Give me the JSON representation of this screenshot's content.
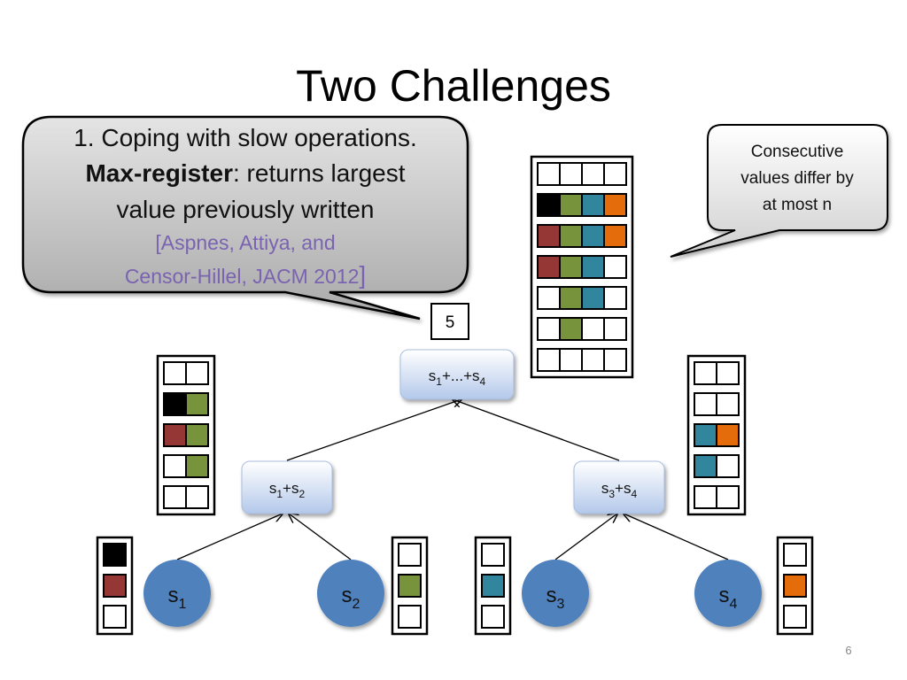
{
  "slide": {
    "title": "Two Challenges",
    "page_number": "6"
  },
  "callout": {
    "line1": "1. Coping with slow operations.",
    "bold": "Max-register",
    "line2_rest": ": returns largest",
    "line3": "value previously written",
    "cite_line1": "[Aspnes, Attiya, and",
    "cite_line2": "Censor-Hillel, JACM 2012",
    "cite_close": "]"
  },
  "note": {
    "lines": [
      "Consecutive",
      "values differ by",
      "at most n"
    ]
  },
  "colors": {
    "black": "#000000",
    "red": "#953735",
    "green": "#77933c",
    "teal": "#31859c",
    "orange": "#e46c0a",
    "empty": "#ffffff",
    "node_fill_top": "#ffffff",
    "node_fill_bottom": "#b9cdec",
    "leaf_fill": "#4f81bd"
  },
  "max_register_value": "5",
  "tree": {
    "root": {
      "base": "s",
      "terms": [
        "1",
        "4"
      ],
      "joiner": "+...+"
    },
    "left": {
      "base": "s",
      "terms": [
        "1",
        "2"
      ],
      "joiner": "+"
    },
    "right": {
      "base": "s",
      "terms": [
        "3",
        "4"
      ],
      "joiner": "+"
    },
    "leaves": [
      {
        "base": "s",
        "sub": "1"
      },
      {
        "base": "s",
        "sub": "2"
      },
      {
        "base": "s",
        "sub": "3"
      },
      {
        "base": "s",
        "sub": "4"
      }
    ]
  },
  "register_history": {
    "big": [
      [
        "empty",
        "empty",
        "empty",
        "empty"
      ],
      [
        "black",
        "green",
        "teal",
        "orange"
      ],
      [
        "red",
        "green",
        "teal",
        "orange"
      ],
      [
        "red",
        "green",
        "teal",
        "empty"
      ],
      [
        "empty",
        "green",
        "teal",
        "empty"
      ],
      [
        "empty",
        "green",
        "empty",
        "empty"
      ],
      [
        "empty",
        "empty",
        "empty",
        "empty"
      ]
    ],
    "left_mid": [
      [
        "empty",
        "empty"
      ],
      [
        "black",
        "green"
      ],
      [
        "red",
        "green"
      ],
      [
        "empty",
        "green"
      ],
      [
        "empty",
        "empty"
      ]
    ],
    "right_mid": [
      [
        "empty",
        "empty"
      ],
      [
        "empty",
        "empty"
      ],
      [
        "teal",
        "orange"
      ],
      [
        "teal",
        "empty"
      ],
      [
        "empty",
        "empty"
      ]
    ],
    "leaf1": [
      [
        "black"
      ],
      [
        "red"
      ],
      [
        "empty"
      ]
    ],
    "leaf2": [
      [
        "empty"
      ],
      [
        "green"
      ],
      [
        "empty"
      ]
    ],
    "leaf3": [
      [
        "empty"
      ],
      [
        "teal"
      ],
      [
        "empty"
      ]
    ],
    "leaf4": [
      [
        "empty"
      ],
      [
        "orange"
      ],
      [
        "empty"
      ]
    ]
  }
}
